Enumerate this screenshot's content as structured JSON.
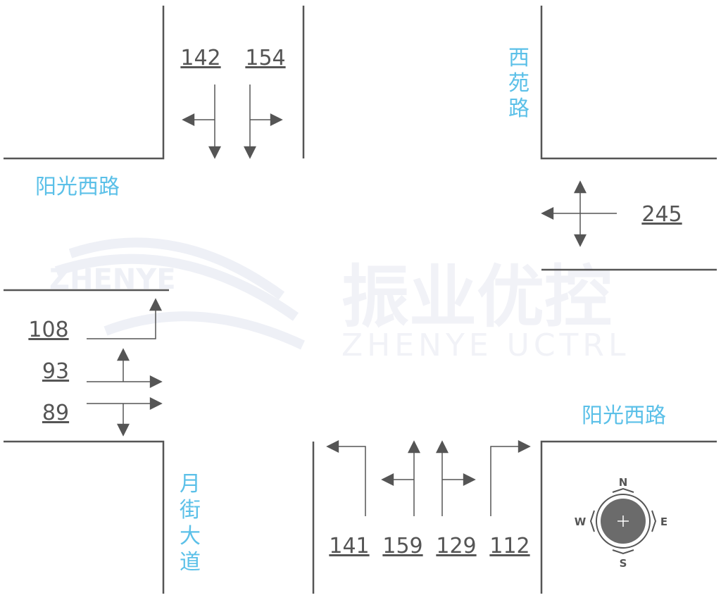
{
  "roads": {
    "north": "西苑路",
    "west": "阳光西路",
    "east": "阳光西路",
    "south": "月街大道"
  },
  "volumes": {
    "north": [
      "142",
      "154"
    ],
    "east": [
      "245"
    ],
    "west": [
      "108",
      "93",
      "89"
    ],
    "south": [
      "141",
      "159",
      "129",
      "112"
    ]
  },
  "watermark": {
    "brand": "振业优控",
    "brand_en": "ZHENYE UCTRL",
    "logo_text": "ZHENYE"
  },
  "compass": {
    "n": "N",
    "s": "S",
    "e": "E",
    "w": "W"
  },
  "colors": {
    "line": "#555555",
    "road_label": "#5bc0e8",
    "watermark": "#f1f2f7"
  }
}
